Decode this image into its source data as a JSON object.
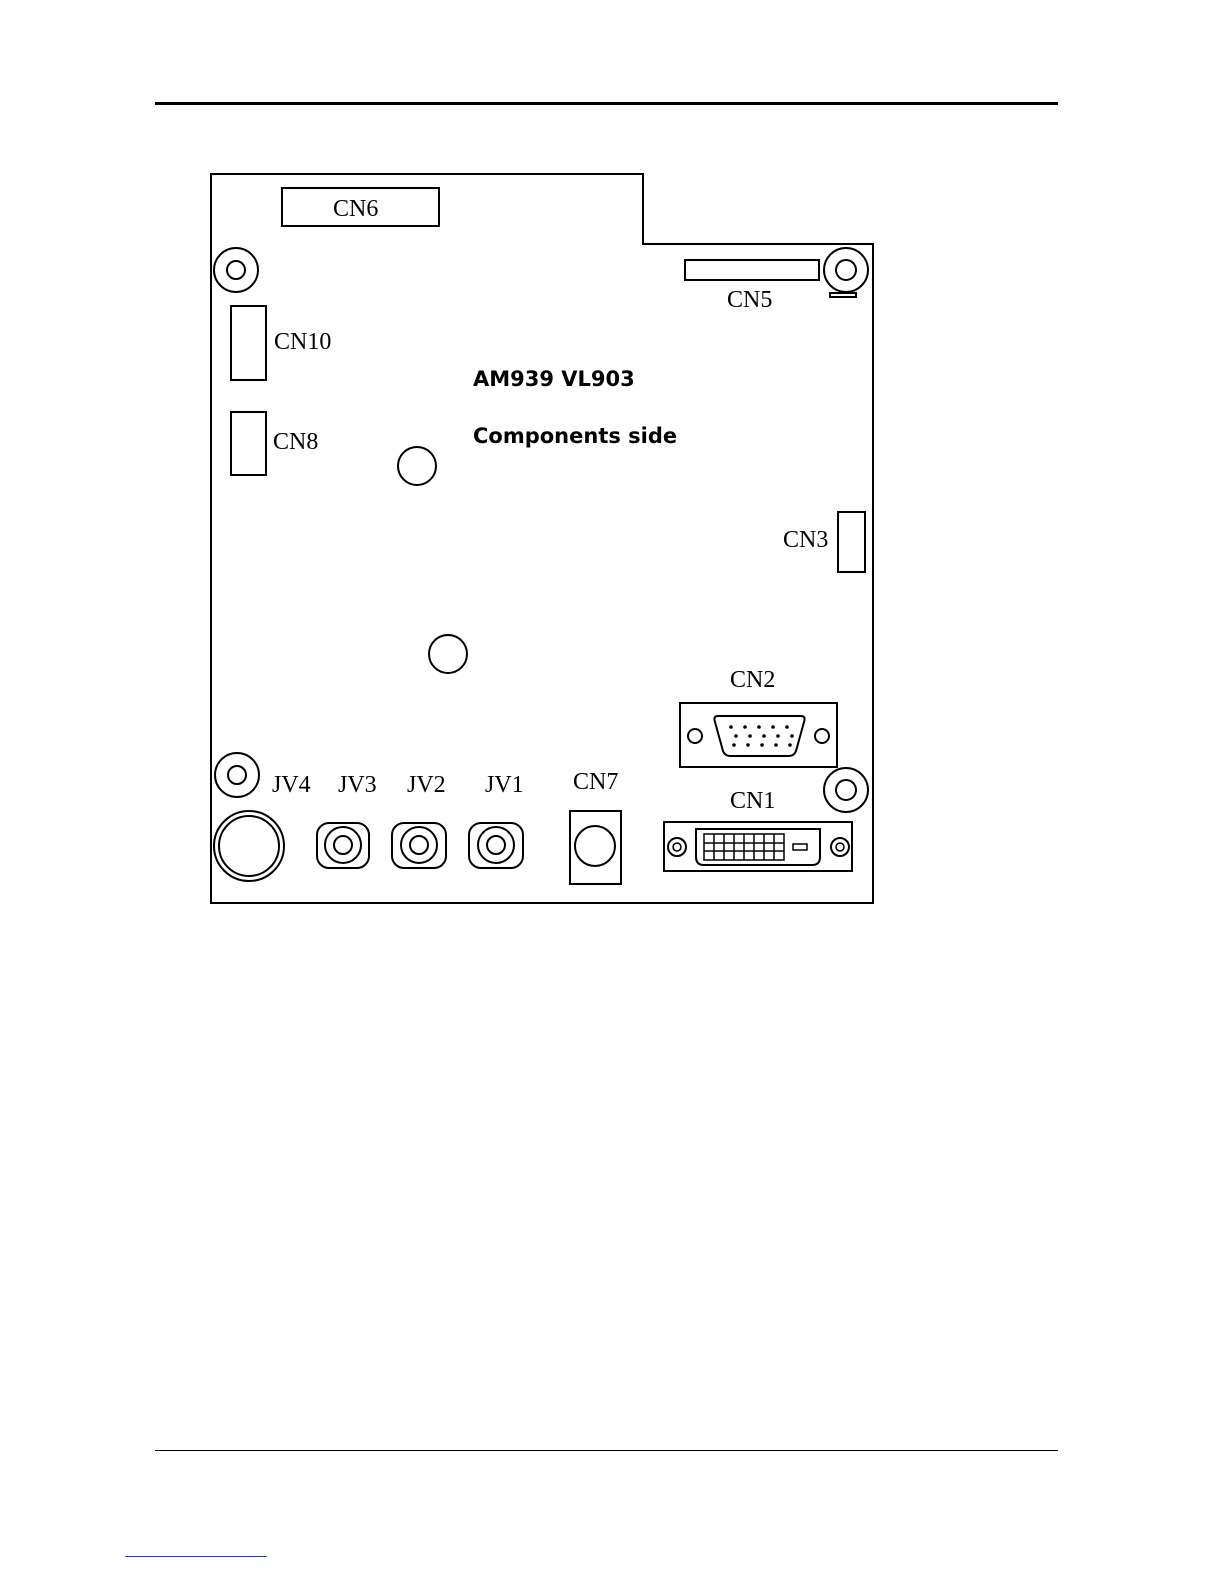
{
  "board": {
    "title": "AM939  VL903",
    "subtitle": "Components side"
  },
  "connectors": {
    "cn6": "CN6",
    "cn5": "CN5",
    "cn10": "CN10",
    "cn8": "CN8",
    "cn3": "CN3",
    "cn2": "CN2",
    "cn1": "CN1",
    "cn7": "CN7",
    "jv4": "JV4",
    "jv3": "JV3",
    "jv2": "JV2",
    "jv1": "JV1"
  },
  "colors": {
    "line": "#000000",
    "footer_link": "#2b3bd6"
  }
}
